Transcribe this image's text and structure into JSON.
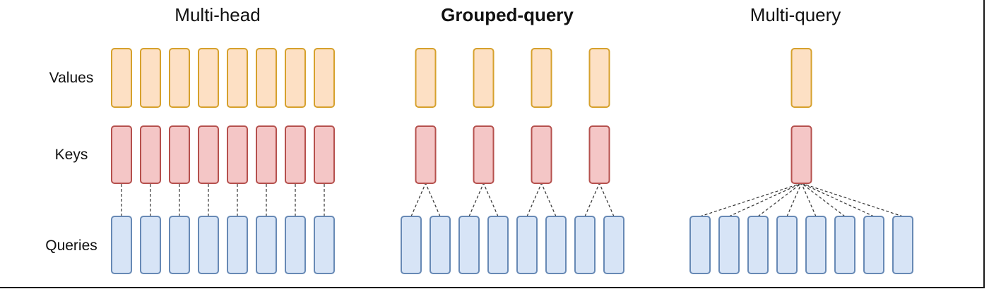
{
  "titles": {
    "multi_head": "Multi-head",
    "grouped_query": "Grouped-query",
    "multi_query": "Multi-query"
  },
  "row_labels": {
    "values": "Values",
    "keys": "Keys",
    "queries": "Queries"
  },
  "structure": {
    "multi_head": {
      "query_heads": 8,
      "kv_heads": 8
    },
    "grouped_query": {
      "query_heads": 8,
      "kv_heads": 4
    },
    "multi_query": {
      "query_heads": 8,
      "kv_heads": 1
    }
  },
  "colors": {
    "values_fill": "#fde0c4",
    "values_stroke": "#d6a12c",
    "keys_fill": "#f4c6c6",
    "keys_stroke": "#b5504d",
    "queries_fill": "#d7e4f6",
    "queries_stroke": "#6789b5",
    "connector": "#333333",
    "text": "#111111"
  }
}
